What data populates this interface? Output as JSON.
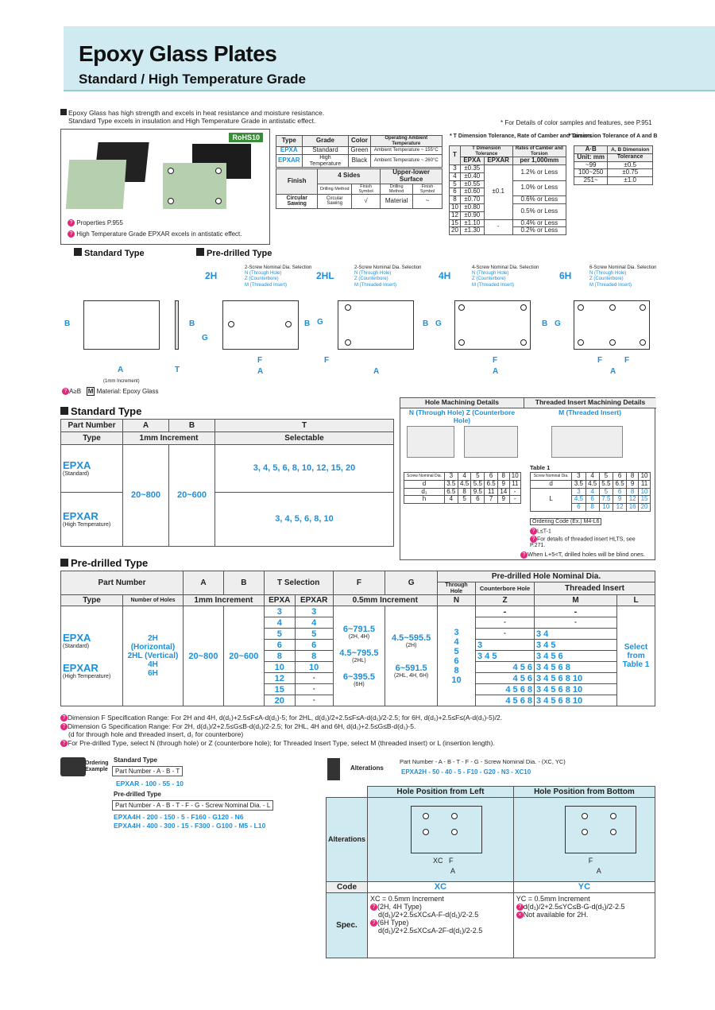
{
  "header": {
    "title": "Epoxy Glass Plates",
    "subtitle": "Standard / High Temperature Grade"
  },
  "intro": {
    "line1": "Epoxy Glass has high strength and excels in heat resistance and moisture resistance.",
    "line2": "Standard Type excels in insulation and High Temperature Grade in antistatic effect.",
    "note": "* For Details of color samples and features, see P.951"
  },
  "photo": {
    "rohs": "RoHS10",
    "prop": "Properties P.955",
    "prop2": "High Temperature Grade EPXAR excels in antistatic effect."
  },
  "grade_table": {
    "h": [
      "Type",
      "Grade",
      "Color",
      "Operating Ambient Temperature"
    ],
    "rows": [
      [
        "EPXA",
        "Standard",
        "Green",
        "Ambient Temperature ~ 155°C"
      ],
      [
        "EPXAR",
        "High Temperature",
        "Black",
        "Ambient Temperature ~ 260°C"
      ]
    ]
  },
  "finish_table": {
    "h1": "Finish",
    "h2": "4 Sides",
    "h3": "Upper-lower Surface",
    "sub": [
      "Drilling Method",
      "Finish Symbol",
      "Drilling Method",
      "Finish Symbol"
    ],
    "row": [
      "Circular Sawing",
      "Circular Sawing",
      "√",
      "Material",
      "~"
    ]
  },
  "t_tol": {
    "title": "* T Dimension Tolerance, Rate of Camber and Torsion",
    "h": [
      "T",
      "T Dimension Tolerance",
      "Rates of Camber and Torsion"
    ],
    "sub": [
      "EPXA",
      "EPXAR",
      "per 1,000mm"
    ],
    "rows": [
      [
        "3",
        "±0.35"
      ],
      [
        "4",
        "±0.40"
      ],
      [
        "5",
        "±0.55"
      ],
      [
        "6",
        "±0.60"
      ],
      [
        "8",
        "±0.70"
      ],
      [
        "10",
        "±0.80"
      ],
      [
        "12",
        "±0.90"
      ],
      [
        "15",
        "±1.10"
      ],
      [
        "20",
        "±1.30"
      ]
    ],
    "epxar1": "±0.1",
    "epxar2": "-",
    "camber": [
      "1.2% or Less",
      "1.0% or Less",
      "0.6% or Less",
      "0.5% or Less",
      "0.4% or Less",
      "0.2% or Less"
    ]
  },
  "ab_tol": {
    "title": "* Dimension Tolerance of A and B",
    "h": [
      "A·B",
      "A, B Dimension"
    ],
    "sub": [
      "Unit: mm",
      "Tolerance"
    ],
    "rows": [
      [
        "~99",
        "±0.5"
      ],
      [
        "100~250",
        "±0.75"
      ],
      [
        "251~",
        "±1.0"
      ]
    ]
  },
  "diagrams": {
    "std": "Standard Type",
    "pre": "Pre-drilled Type",
    "types": [
      "2H",
      "2HL",
      "4H",
      "6H"
    ],
    "sel": [
      "2-Screw Nominal Dia. Selection",
      "2-Screw Nominal Dia. Selection",
      "4-Screw Nominal Dia. Selection",
      "6-Screw Nominal Dia. Selection"
    ],
    "n": "N (Through Hole)",
    "z": "Z (Counterbore)",
    "m": "M (Threaded Insert)",
    "A": "A",
    "B": "B",
    "T": "T",
    "F": "F",
    "G": "G",
    "inc": "(1mm Increment)",
    "ab": "A≥B",
    "mat": "Material: Epoxy Glass"
  },
  "std_table": {
    "title": "Standard Type",
    "h": [
      "Part Number",
      "A",
      "B",
      "T"
    ],
    "h2": [
      "Type",
      "1mm Increment",
      "Selectable"
    ],
    "epxa": "EPXA",
    "epxa_s": "(Standard)",
    "epxar": "EPXAR",
    "epxar_s": "(High Temperature)",
    "a": "20~800",
    "b": "20~600",
    "t1": "3, 4, 5, 6, 8, 10, 12, 15, 20",
    "t2": "3, 4, 5, 6, 8, 10"
  },
  "hole_box": {
    "h1": "Hole Machining Details",
    "h2": "Threaded Insert Machining Details",
    "n": "N (Through Hole)",
    "z": "Z (Counterbore Hole)",
    "m": "M (Threaded Insert)",
    "screw_rows": [
      [
        "Screw Nominal Dia.",
        "3",
        "4",
        "5",
        "6",
        "8",
        "10"
      ],
      [
        "d",
        "3.5",
        "4.5",
        "5.5",
        "6.5",
        "9",
        "11"
      ],
      [
        "d₁",
        "6.5",
        "8",
        "9.5",
        "11",
        "14",
        "-"
      ],
      [
        "h",
        "4",
        "5",
        "6",
        "7",
        "9",
        "-"
      ]
    ],
    "table1": "Table 1",
    "t1_rows": [
      [
        "Screw Nominal Dia.",
        "3",
        "4",
        "5",
        "6",
        "8",
        "10"
      ],
      [
        "d",
        "3.5",
        "4.5",
        "5.5",
        "6.5",
        "9",
        "11"
      ]
    ],
    "L_rows": [
      [
        "3",
        "4",
        "5",
        "6",
        "8",
        "10"
      ],
      [
        "4.5",
        "6",
        "7.5",
        "9",
        "12",
        "15"
      ],
      [
        "6",
        "8",
        "10",
        "12",
        "16",
        "20"
      ]
    ],
    "order": "Ordering Code (Ex.) M4-L6",
    "lt": "L≤T-1",
    "hlts": "For details of threaded insert HLTS, see P.271.",
    "blind": "When L+5<T, drilled holes will be blind ones."
  },
  "pre_table": {
    "title": "Pre-drilled Type",
    "h": [
      "Part Number",
      "A",
      "B",
      "T Selection",
      "F",
      "G",
      "Pre-drilled Hole Nominal Dia."
    ],
    "sub": [
      "Type",
      "Number of Holes",
      "1mm Increment",
      "EPXA",
      "EPXAR",
      "0.5mm Increment",
      "Through Hole",
      "Counterbore Hole",
      "Threaded Insert",
      "N",
      "Z",
      "M",
      "L"
    ],
    "types": [
      "2H (Horizontal)",
      "2HL (Vertical)",
      "4H",
      "6H"
    ],
    "tval": [
      [
        "3",
        "3"
      ],
      [
        "4",
        "4"
      ],
      [
        "5",
        "5"
      ],
      [
        "6",
        "6"
      ],
      [
        "8",
        "8"
      ],
      [
        "10",
        "10"
      ],
      [
        "12",
        "-"
      ],
      [
        "15",
        "-"
      ],
      [
        "20",
        "-"
      ]
    ],
    "f1": "6~791.5",
    "f1s": "(2H, 4H)",
    "f2": "4.5~795.5",
    "f2s": "(2HL)",
    "f3": "6~395.5",
    "f3s": "(6H)",
    "g1": "4.5~595.5",
    "g1s": "(2H)",
    "g2": "6~591.5",
    "g2s": "(2HL, 4H, 6H)",
    "n": "3 4 5 6 8 10",
    "z": [
      "-",
      "-",
      "-",
      "3",
      "3 4 5",
      "4 5 6",
      "4 5 6",
      "4 5 6 8",
      "4 5 6 8"
    ],
    "m": [
      "-",
      "-",
      "3 4",
      "3 4 5",
      "3 4 5 6",
      "3 4 5 6 8",
      "3 4 5 6 8 10",
      "3 4 5 6 8 10",
      "3 4 5 6 8 10"
    ],
    "l": "Select from Table 1"
  },
  "notes": [
    "Dimension F Specification Range: For 2H and 4H, d(d₁)+2.5≤F≤A-d(d₁)-5; for 2HL, d(d₁)/2+2.5≤F≤A-d(d₁)/2-2.5; for 6H, d(d₁)+2.5≤F≤(A-d(d₁)-5)/2.",
    "Dimension G Specification Range: For 2H, d(d₁)/2+2.5≤G≤B-d(d₁)/2-2.5; for 2HL, 4H and 6H, d(d₁)+2.5≤G≤B-d(d₁)-5.",
    "(d for through hole and threaded insert, d₁ for counterbore)",
    "For Pre-drilled Type, select N (through hole) or Z (counterbore hole); for Threaded Insert Type, select M (threaded insert) or L (insertion length)."
  ],
  "ordering": {
    "label": "Ordering Example",
    "std": "Standard Type",
    "std_fields": "Part Number - A - B - T",
    "std_ex": "EPXAR - 100 - 55 - 10",
    "pre": "Pre-drilled Type",
    "pre_fields": "Part Number - A - B - T - F - G - Screw Nominal Dia. - L",
    "pre_ex1": "EPXA4H - 200 - 150 - 5 - F160 - G120 - N6",
    "pre_ex2": "EPXA4H - 400 - 300 - 15 - F300 - G100 - M5 - L10"
  },
  "alterations": {
    "label": "Alterations",
    "fields": "Part Number - A - B - T - F - G - Screw Nominal Dia. - (XC, YC)",
    "ex": "EPXA2H - 50 - 40 - 5 - F10 - G20 - N3 - XC10",
    "h1": "Hole Position from Left",
    "h2": "Hole Position from Bottom",
    "code": "Code",
    "xc": "XC",
    "yc": "YC",
    "spec": "Spec.",
    "xc1": "XC = 0.5mm Increment",
    "xc2": "(2H, 4H Type)",
    "xc3": "d(d₁)/2+2.5≤XC≤A-F-d(d₁)/2-2.5",
    "xc4": "(6H Type)",
    "xc5": "d(d₁)/2+2.5≤XC≤A-2F-d(d₁)/2-2.5",
    "yc1": "YC = 0.5mm Increment",
    "yc2": "d(d₁)/2+2.5≤YC≤B-G-d(d₁)/2-2.5",
    "yc3": "Not available for 2H."
  }
}
